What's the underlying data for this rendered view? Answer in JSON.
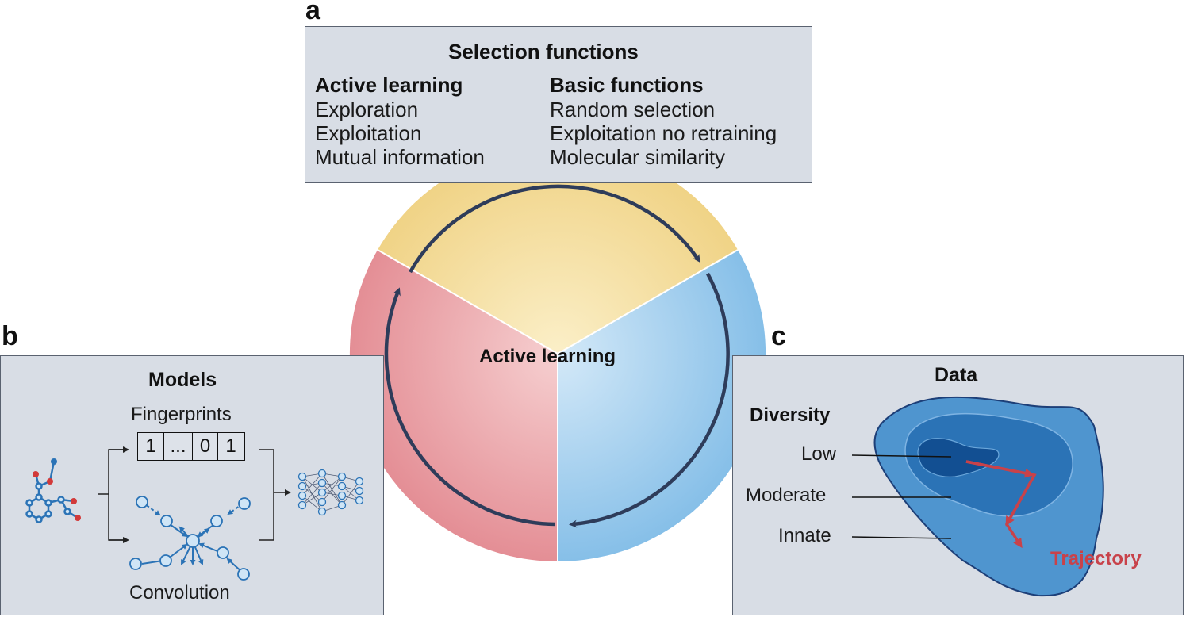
{
  "panel_a": {
    "letter": "a",
    "title": "Selection functions",
    "active_learning": {
      "heading": "Active learning",
      "items": [
        "Exploration",
        "Exploitation",
        "Mutual information"
      ]
    },
    "basic_functions": {
      "heading": "Basic functions",
      "items": [
        "Random selection",
        "Exploitation no retraining",
        "Molecular similarity"
      ]
    }
  },
  "center": {
    "label": "Active learning",
    "colors": {
      "top": "#f5d58a",
      "left": "#e88f96",
      "right": "#8fc3ea",
      "cycle_arrow": "#2e3c5a"
    }
  },
  "panel_b": {
    "letter": "b",
    "title": "Models",
    "fingerprints_label": "Fingerprints",
    "fingerprint_cells": [
      "1",
      "...",
      "0",
      "1"
    ],
    "convolution_label": "Convolution",
    "icons": [
      "molecule-icon",
      "neural-network-icon",
      "graph-convolution-icon"
    ]
  },
  "panel_c": {
    "letter": "c",
    "title": "Data",
    "diversity_heading": "Diversity",
    "levels": [
      "Low",
      "Moderate",
      "Innate"
    ],
    "trajectory_label": "Trajectory",
    "colors": {
      "innate": "#4f95cf",
      "moderate": "#2b73b6",
      "low": "#124f92",
      "trajectory": "#c8424a"
    }
  }
}
